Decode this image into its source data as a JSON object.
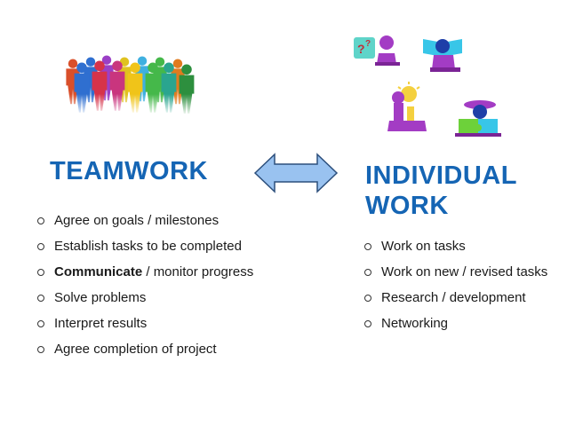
{
  "teamwork": {
    "heading": "TEAMWORK",
    "items": [
      {
        "text": "Agree on goals / milestones"
      },
      {
        "text": "Establish tasks to be completed"
      },
      {
        "bold": "Communicate",
        "text": " / monitor progress"
      },
      {
        "text": "Solve problems"
      },
      {
        "text": "Interpret results"
      },
      {
        "text": "Agree completion of project"
      }
    ]
  },
  "individual": {
    "heading_line1": "INDIVIDUAL",
    "heading_line2": "WORK",
    "items": [
      {
        "text": "Work on tasks"
      },
      {
        "text": "Work on new / revised tasks"
      },
      {
        "text": "Research / development"
      },
      {
        "text": "Networking"
      }
    ]
  },
  "colors": {
    "heading": "#1565b4",
    "arrow_fill": "#99c2f0",
    "arrow_stroke": "#2c4f7c"
  },
  "graphics": {
    "people_icon": "people-group-icon",
    "arrow_icon": "double-arrow-icon",
    "individual_icons": [
      "question-cube-person-icon",
      "reading-person-icon",
      "lightbulb-person-icon",
      "puzzle-person-icon"
    ]
  }
}
